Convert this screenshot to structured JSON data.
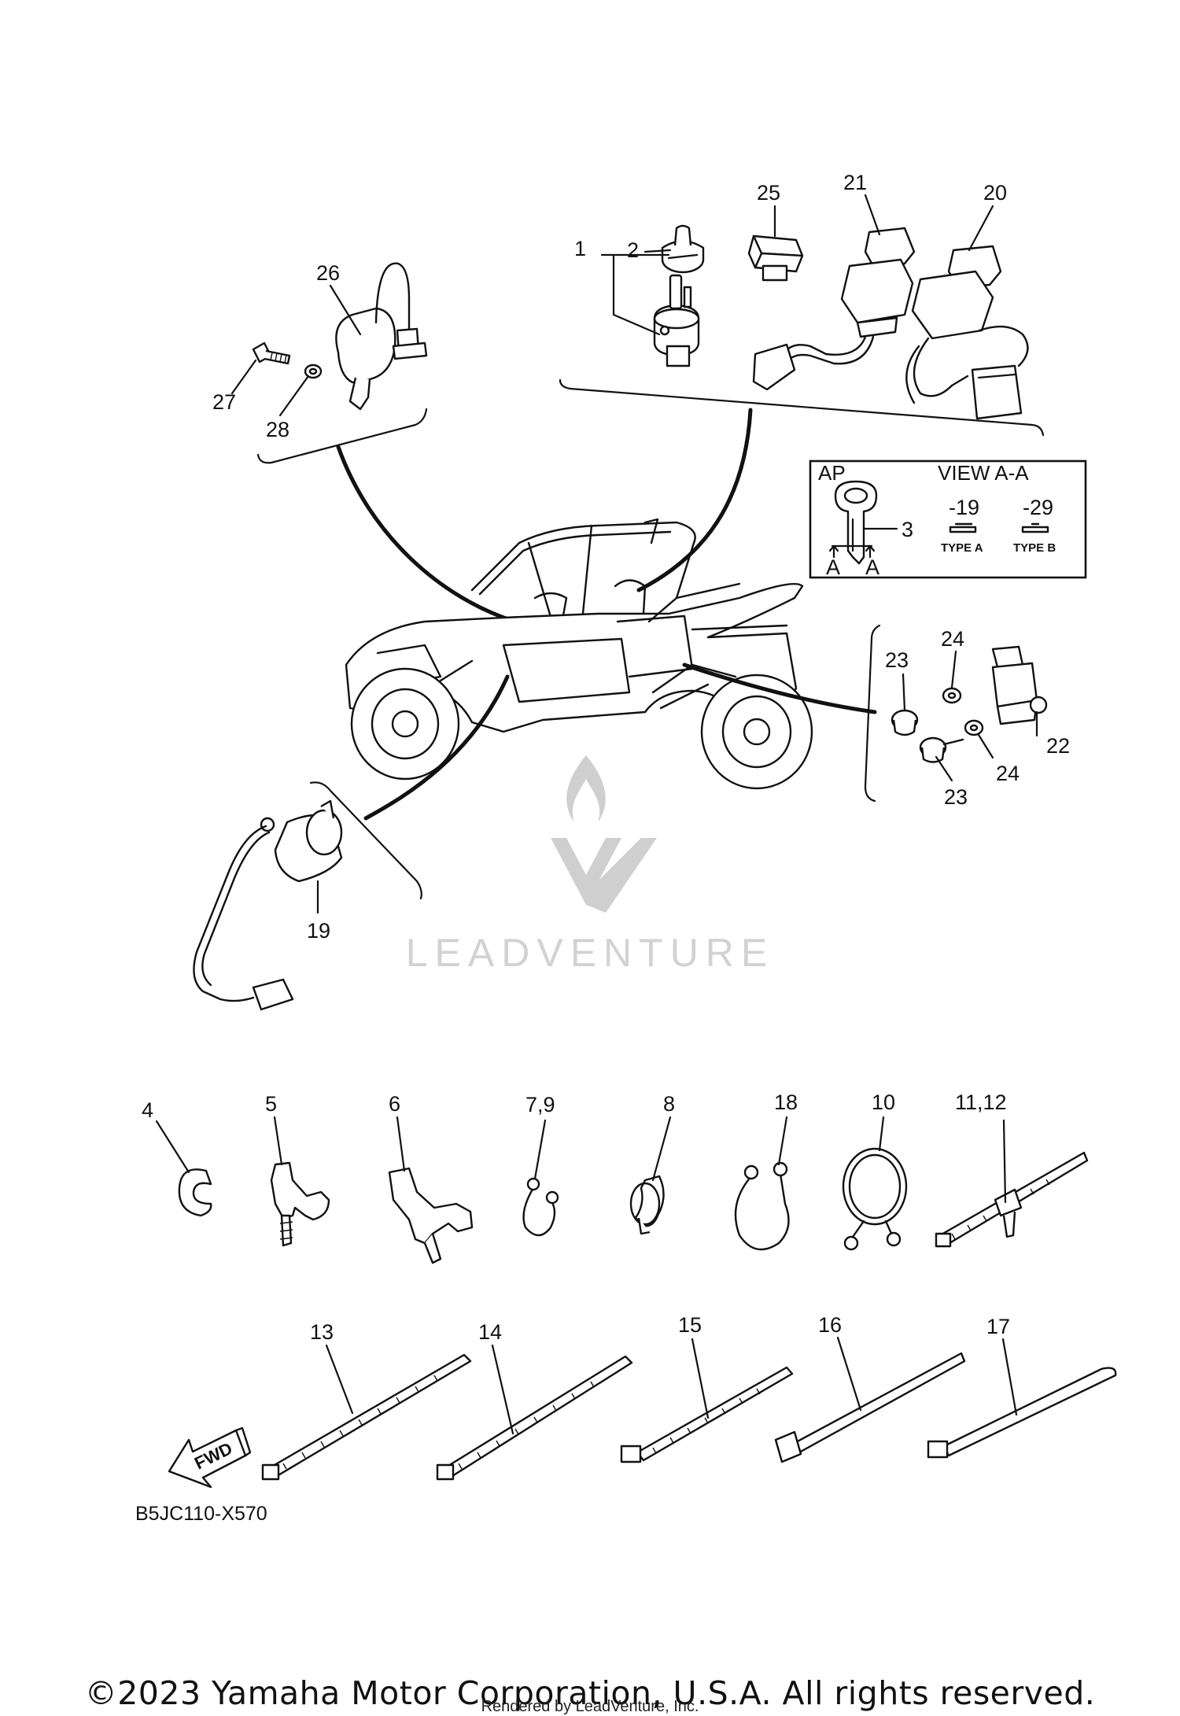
{
  "view_box": {
    "ap_label": "AP",
    "view_title": "VIEW A-A",
    "callout_3": "3",
    "section_marks": [
      "A",
      "A"
    ],
    "type_a_code": "-19",
    "type_b_code": "-29",
    "type_a_label": "TYPE A",
    "type_b_label": "TYPE B"
  },
  "callouts": [
    "1",
    "2",
    "3",
    "4",
    "5",
    "6",
    "7,9",
    "8",
    "10",
    "11,12",
    "13",
    "14",
    "15",
    "16",
    "17",
    "18",
    "19",
    "20",
    "21",
    "22",
    "23",
    "23",
    "24",
    "24",
    "25",
    "26",
    "27",
    "28"
  ],
  "fwd_label": "FWD",
  "diagram_code": "B5JC110-X570",
  "watermark": "LEADVENTURE",
  "copyright": "©2023 Yamaha Motor Corporation, U.S.A. All rights reserved.",
  "rendered_by": "Rendered by LeadVenture, Inc."
}
